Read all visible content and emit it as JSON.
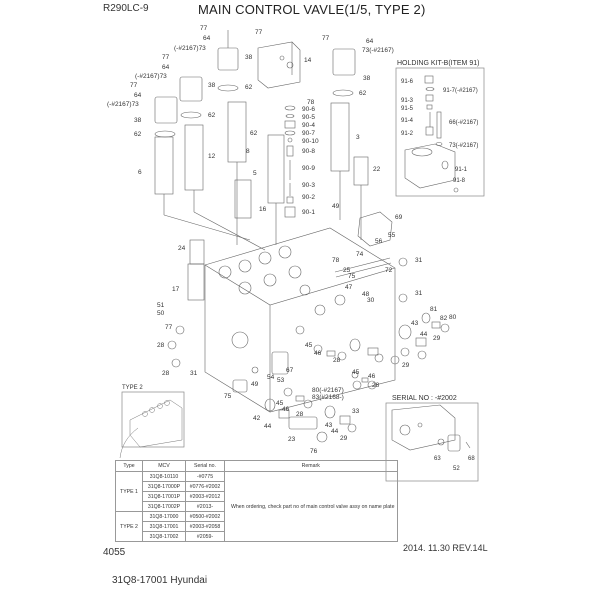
{
  "header": {
    "model": "R290LC-9",
    "title": "MAIN CONTROL VAVLE(1/5, TYPE 2)"
  },
  "holding_kit": {
    "title": "HOLDING KIT-B(ITEM 91)",
    "labels": [
      "91-6",
      "91-7(-#2167)",
      "91-3",
      "91-5",
      "91-4",
      "66(-#2167)",
      "91-2",
      "73(-#2167)",
      "91-1",
      "91-8"
    ]
  },
  "serial_box": {
    "title": "SERIAL NO : -#2002",
    "labels": [
      "63",
      "68",
      "52"
    ]
  },
  "type2_box": {
    "title": "TYPE 2"
  },
  "callouts": {
    "c77a": "77",
    "c64a": "64",
    "c73a": "(-#2167)73",
    "c38a": "38",
    "c62a": "62",
    "c77b": "77",
    "c64b": "64",
    "c73b": "(-#2167)73",
    "c38b": "38",
    "c62b": "62",
    "c77c": "77",
    "c64c": "64",
    "c73c": "(-#2167)73",
    "c38c": "38",
    "c62c": "62",
    "c77d": "77",
    "c14": "14",
    "c78a": "78",
    "c77e": "77",
    "c64e": "64",
    "c73e": "73(-#2167)",
    "c38e": "38",
    "c62e": "62",
    "c90_6": "90-6",
    "c90_5": "90-5",
    "c90_4": "90-4",
    "c90_7": "90-7",
    "c90_10": "90-10",
    "c90_8": "90-8",
    "c90_9": "90-9",
    "c90_3": "90-3",
    "c90_2": "90-2",
    "c90_1": "90-1",
    "c62d": "62",
    "c3": "3",
    "c22": "22",
    "c49a": "49",
    "c6": "6",
    "c12": "12",
    "c8": "8",
    "c5": "5",
    "c16": "16",
    "c24": "24",
    "c17": "17",
    "c51": "51",
    "c50": "50",
    "c77f": "77",
    "c28a": "28",
    "c31a": "31",
    "c69": "69",
    "c55": "55",
    "c56": "56",
    "c74": "74",
    "c78b": "78",
    "c25": "25",
    "c75a": "75",
    "c72": "72",
    "c31b": "31",
    "c47": "47",
    "c48a": "48",
    "c30": "30",
    "c31c": "31",
    "c81": "81",
    "c82": "82",
    "c80": "80",
    "c43a": "43",
    "c44a": "44",
    "c29a": "29",
    "c29b": "29",
    "c45a": "45",
    "c46a": "46",
    "c28b": "28",
    "c45b": "45",
    "c46b": "46",
    "c28c": "28",
    "c54": "54",
    "c53": "53",
    "c67": "67",
    "c49b": "49",
    "c75b": "75",
    "c80b": "80(-#2167)",
    "c83": "83(#2168-)",
    "c33": "33",
    "c45c": "45",
    "c46c": "46",
    "c28d": "28",
    "c42": "42",
    "c44b": "44",
    "c43b": "43",
    "c44c": "44",
    "c23": "23",
    "c29c": "29",
    "c76": "76",
    "c28e": "28"
  },
  "table": {
    "headers": [
      "Type",
      "MCV",
      "Serial no.",
      "Remark"
    ],
    "groups": [
      {
        "type": "TYPE 1",
        "rows": [
          {
            "mcv": "31Q8-10110",
            "serial": "-#0775"
          },
          {
            "mcv": "31Q8-17000P",
            "serial": "#0776-#2002"
          },
          {
            "mcv": "31Q8-17001P",
            "serial": "#2003-#2012"
          },
          {
            "mcv": "31Q8-17002P",
            "serial": "#2013-"
          }
        ]
      },
      {
        "type": "TYPE 2",
        "rows": [
          {
            "mcv": "31Q8-17000",
            "serial": "#0500-#2002"
          },
          {
            "mcv": "31Q8-17001",
            "serial": "#2003-#2058"
          },
          {
            "mcv": "31Q8-17002",
            "serial": "#2059-"
          }
        ]
      }
    ],
    "remark": "When ordering, check part no of main control valve assy on name plate"
  },
  "footer": {
    "page": "4055",
    "revision": "2014. 11.30  REV.14L",
    "part": "31Q8-17001 Hyundai"
  },
  "colors": {
    "line": "#555555",
    "text": "#333333"
  }
}
